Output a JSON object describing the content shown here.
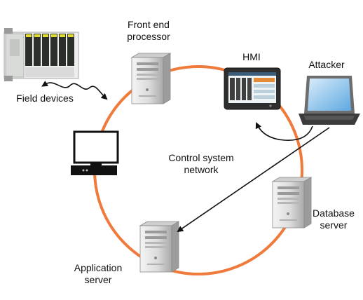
{
  "diagram": {
    "ring_color": "#f07a3c",
    "labels": {
      "front_end_processor": [
        "Front end",
        "processor"
      ],
      "hmi": "HMI",
      "attacker": "Attacker",
      "field_devices": "Field devices",
      "network": [
        "Control system",
        "network"
      ],
      "database_server": [
        "Database",
        "server"
      ],
      "application_server": [
        "Application",
        "server"
      ]
    },
    "nodes": [
      {
        "id": "field-devices",
        "icon": "plc-rack-icon"
      },
      {
        "id": "front-end-processor",
        "icon": "server-tower-icon"
      },
      {
        "id": "hmi",
        "icon": "touch-panel-icon"
      },
      {
        "id": "attacker",
        "icon": "laptop-icon"
      },
      {
        "id": "workstation",
        "icon": "workstation-icon"
      },
      {
        "id": "database-server",
        "icon": "server-tower-icon"
      },
      {
        "id": "application-server",
        "icon": "server-tower-icon"
      }
    ],
    "arrows": [
      {
        "from": "attacker",
        "to": "hmi"
      },
      {
        "from": "attacker",
        "to": "application-server"
      }
    ]
  }
}
